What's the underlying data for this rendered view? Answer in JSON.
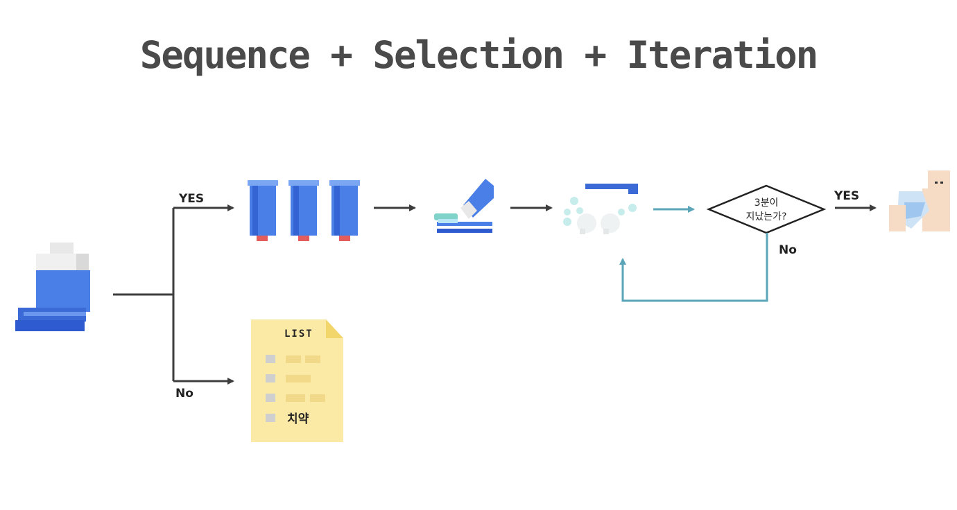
{
  "title": "Sequence + Selection + Iteration",
  "branch": {
    "yes_label": "YES",
    "no_label": "No"
  },
  "list": {
    "title": "LIST",
    "item_label": "치약"
  },
  "decision": {
    "line1": "3분이",
    "line2": "지났는가?",
    "yes_label": "YES",
    "no_label": "No"
  },
  "colors": {
    "arrow_dark": "#3d3d3d",
    "arrow_teal": "#5aa5b8",
    "blue": "#4a7fe8",
    "note": "#fbe9a6"
  },
  "icons": [
    "toothpaste-tube-icon",
    "cups-icon",
    "toothbrush-icon",
    "foam-teeth-icon",
    "decision-diamond",
    "drinking-water-icon",
    "list-note-icon"
  ]
}
